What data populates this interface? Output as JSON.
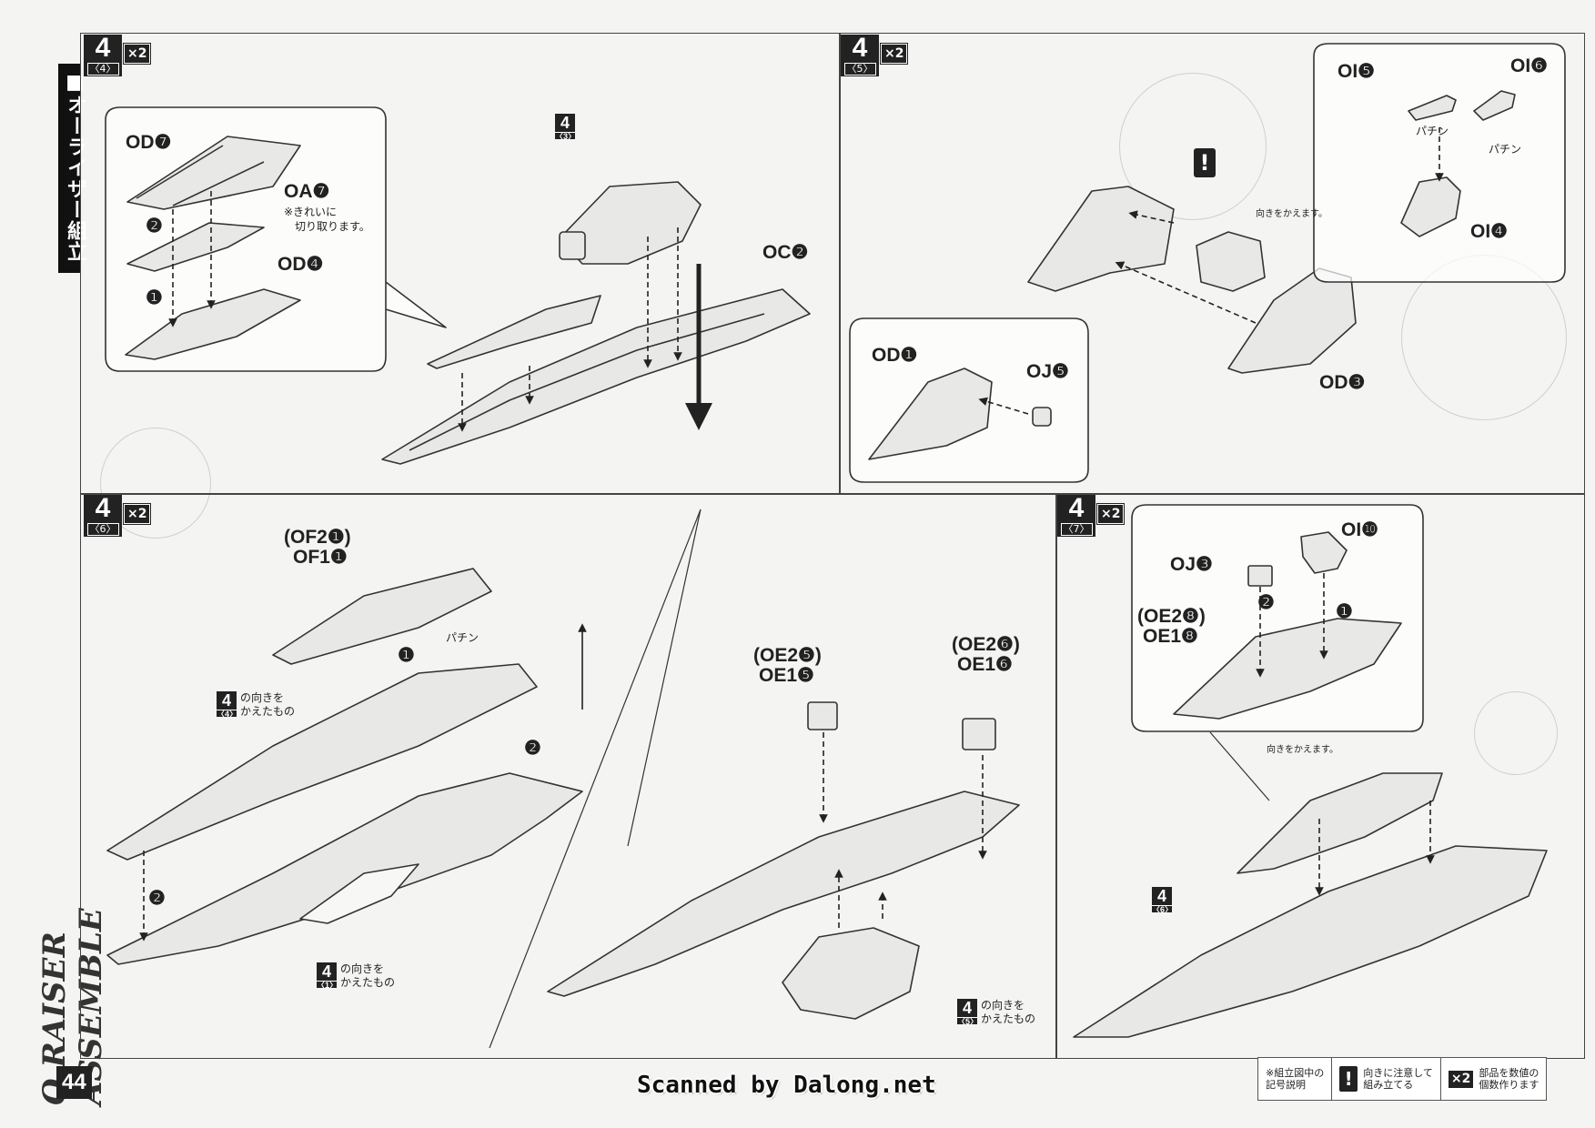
{
  "sidebar": {
    "title_jp": "■オーライザー組立",
    "title_en": "O RAISER ASSEMBLE",
    "page_number": "44"
  },
  "panels": {
    "p44": {
      "step": "4",
      "sub": "〈4〉",
      "mult": "×2",
      "inset_labels": {
        "od7": "OD❼",
        "oa7": "OA❼",
        "oa7_note1": "※きれいに",
        "oa7_note2": "切り取ります。",
        "od4": "OD❹",
        "n1": "❶",
        "n2": "❷"
      },
      "ref_step": "4",
      "ref_sub": "〈3〉",
      "oc2": "OC❷"
    },
    "p45": {
      "step": "4",
      "sub": "〈5〉",
      "mult": "×2",
      "oi5": "OI❺",
      "oi6": "OI❻",
      "pachin1": "パチン",
      "pachin2": "パチン",
      "oi4": "OI❹",
      "turn": "向きをかえます。",
      "od1": "OD❶",
      "oj5": "OJ❺",
      "od3": "OD❸",
      "excl": "!"
    },
    "p46": {
      "step": "4",
      "sub": "〈6〉",
      "mult": "×2",
      "of2": "(OF2❶)",
      "of1": "OF1❶",
      "pachin": "パチン",
      "n1": "❶",
      "n2a": "❷",
      "n2b": "❷",
      "ref1_num": "4",
      "ref1_sub": "〈4〉",
      "ref1_t1": "の向きを",
      "ref1_t2": "かえたもの",
      "ref2_num": "4",
      "ref2_sub": "〈1〉",
      "ref2_t1": "の向きを",
      "ref2_t2": "かえたもの",
      "oe25": "(OE2❺)",
      "oe15": "OE1❺",
      "oe26": "(OE2❻)",
      "oe16": "OE1❻",
      "ref3_num": "4",
      "ref3_sub": "〈5〉",
      "ref3_t1": "の向きを",
      "ref3_t2": "かえたもの"
    },
    "p47": {
      "step": "4",
      "sub": "〈7〉",
      "mult": "×2",
      "oi10": "OI❿",
      "oj3": "OJ❸",
      "oe28": "(OE2❽)",
      "oe18": "OE1❽",
      "n1": "❶",
      "n2": "❷",
      "turn": "向きをかえます。",
      "ref_num": "4",
      "ref_sub": "〈6〉"
    }
  },
  "footer": {
    "banner": "Scanned by Dalong.net",
    "legend_title1": "※組立図中の",
    "legend_title2": "記号説明",
    "legend_excl": "!",
    "legend_excl_t1": "向きに注意して",
    "legend_excl_t2": "組み立てる",
    "legend_x2": "×2",
    "legend_x2_t1": "部品を数値の",
    "legend_x2_t2": "個数作ります"
  }
}
